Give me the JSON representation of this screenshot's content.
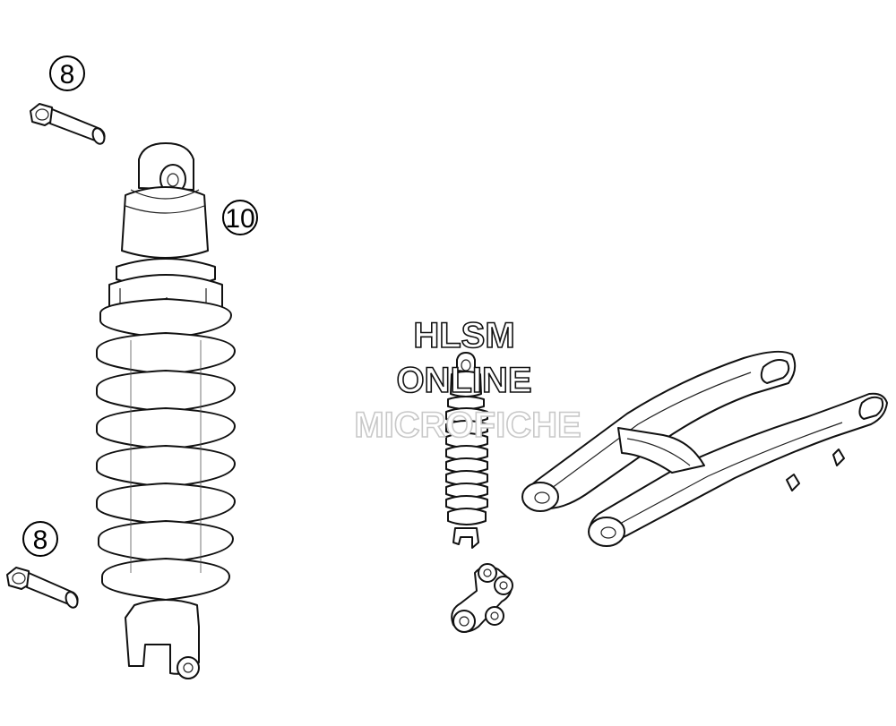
{
  "callouts": [
    {
      "id": "bolt-top",
      "label": "8"
    },
    {
      "id": "shock-absorber",
      "label": "10"
    },
    {
      "id": "bolt-bottom",
      "label": "8"
    }
  ],
  "watermark": {
    "line1": "HLSM",
    "line2": "ONLINE",
    "line3": "MICROFICHE"
  },
  "colors": {
    "line": "#111111",
    "background": "#ffffff",
    "watermark_faint": "#c8c8c8"
  }
}
